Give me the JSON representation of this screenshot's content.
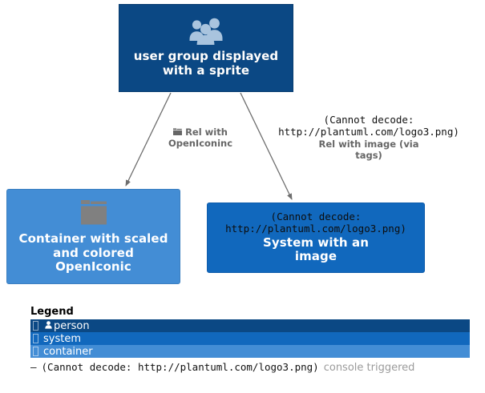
{
  "diagram": {
    "type": "c4-plantuml",
    "background": "#ffffff",
    "colors": {
      "person": "#0B4884",
      "system": "#1168BD",
      "container": "#438DD5",
      "edge": "#707070",
      "edge_label": "#666666",
      "muted_text": "#9b9b9b",
      "sprite_gray": "#808080",
      "sprite_light": "#A9C4DE"
    }
  },
  "nodes": {
    "person": {
      "title": "user group displayed\nwith a sprite",
      "title_line1": "user group displayed",
      "title_line2": "with a sprite",
      "sprite": "user-group-sprite"
    },
    "container": {
      "title_line1": "Container with scaled",
      "title_line2": "and colored",
      "title_line3": "OpenIconic",
      "sprite": "openiconic-folder-sprite"
    },
    "system": {
      "decode_line1": "(Cannot decode:",
      "decode_line2": "http://plantuml.com/logo3.png)",
      "title_line1": "System with an",
      "title_line2": "image"
    }
  },
  "edges": {
    "left": {
      "icon": "folder-icon",
      "label_line1": "Rel with",
      "label_line2": "OpenIconinc"
    },
    "right": {
      "decode_line1": "(Cannot decode:",
      "decode_line2": "http://plantuml.com/logo3.png)",
      "label_line1": "Rel with image (via",
      "label_line2": "tags)"
    }
  },
  "legend": {
    "title": "Legend",
    "rows": [
      {
        "label": "person",
        "glyph": "person-icon",
        "color": "#0B4884"
      },
      {
        "label": "system",
        "glyph": "tofu-glyph",
        "color": "#1168BD"
      },
      {
        "label": "container",
        "glyph": "tofu-glyph",
        "color": "#438DD5"
      }
    ],
    "note": {
      "dash": "—",
      "decode_text": "(Cannot decode: http://plantuml.com/logo3.png)",
      "muted_text": "console triggered"
    }
  }
}
